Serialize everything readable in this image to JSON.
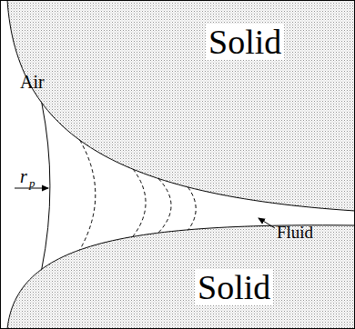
{
  "diagram": {
    "labels": [
      "Solid",
      "Air",
      "r",
      "p",
      "Fluid",
      "Solid"
    ]
  }
}
